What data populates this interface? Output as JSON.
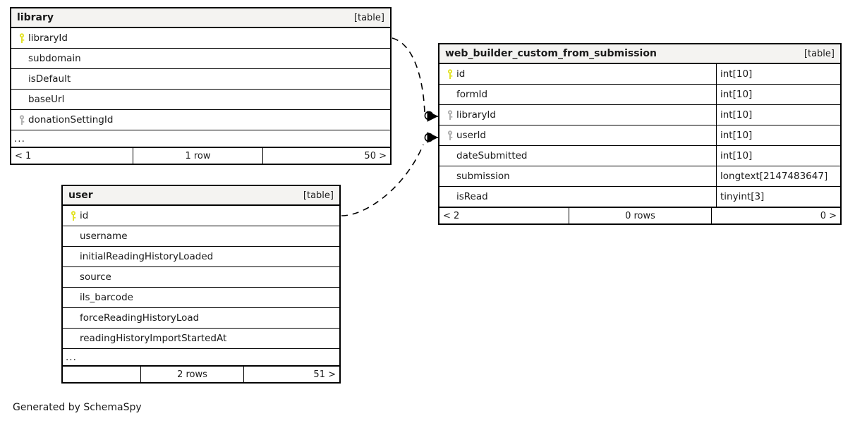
{
  "diagram": {
    "kind_label": "[table]",
    "ellipsis": "...",
    "caption": "Generated by SchemaSpy",
    "colors": {
      "primary_key": "#e3e32a",
      "foreign_key": "#b0b0b0",
      "border": "#000000",
      "header_bg": "#f4f3f1",
      "background": "#ffffff"
    }
  },
  "tables": {
    "library": {
      "name": "library",
      "kind": "[table]",
      "columns": [
        {
          "name": "libraryId",
          "key": "primary",
          "type": ""
        },
        {
          "name": "subdomain",
          "key": "none",
          "type": ""
        },
        {
          "name": "isDefault",
          "key": "none",
          "type": ""
        },
        {
          "name": "baseUrl",
          "key": "none",
          "type": ""
        },
        {
          "name": "donationSettingId",
          "key": "foreign",
          "type": ""
        }
      ],
      "more_indicator": "...",
      "footer": {
        "left": "< 1",
        "center": "1 row",
        "right": "50 >"
      }
    },
    "user": {
      "name": "user",
      "kind": "[table]",
      "columns": [
        {
          "name": "id",
          "key": "primary",
          "type": ""
        },
        {
          "name": "username",
          "key": "none",
          "type": ""
        },
        {
          "name": "initialReadingHistoryLoaded",
          "key": "none",
          "type": ""
        },
        {
          "name": "source",
          "key": "none",
          "type": ""
        },
        {
          "name": "ils_barcode",
          "key": "none",
          "type": ""
        },
        {
          "name": "forceReadingHistoryLoad",
          "key": "none",
          "type": ""
        },
        {
          "name": "readingHistoryImportStartedAt",
          "key": "none",
          "type": ""
        }
      ],
      "more_indicator": "...",
      "footer": {
        "left": "",
        "center": "2 rows",
        "right": "51 >"
      }
    },
    "submission": {
      "name": "web_builder_custom_from_submission",
      "kind": "[table]",
      "columns": [
        {
          "name": "id",
          "key": "primary",
          "type": "int[10]"
        },
        {
          "name": "formId",
          "key": "none",
          "type": "int[10]"
        },
        {
          "name": "libraryId",
          "key": "foreign",
          "type": "int[10]"
        },
        {
          "name": "userId",
          "key": "foreign",
          "type": "int[10]"
        },
        {
          "name": "dateSubmitted",
          "key": "none",
          "type": "int[10]"
        },
        {
          "name": "submission",
          "key": "none",
          "type": "longtext[2147483647]"
        },
        {
          "name": "isRead",
          "key": "none",
          "type": "tinyint[3]"
        }
      ],
      "more_indicator": "",
      "footer": {
        "left": "< 2",
        "center": "0 rows",
        "right": "0 >"
      }
    }
  },
  "relationships": [
    {
      "name": "library-to-submission-libraryId",
      "from": "library.libraryId",
      "to": "web_builder_custom_from_submission.libraryId",
      "style": "dashed",
      "source_cardinality": "one",
      "target_cardinality": "zero-or-many"
    },
    {
      "name": "user-to-submission-userId",
      "from": "user.id",
      "to": "web_builder_custom_from_submission.userId",
      "style": "dashed",
      "source_cardinality": "one",
      "target_cardinality": "zero-or-many"
    }
  ]
}
